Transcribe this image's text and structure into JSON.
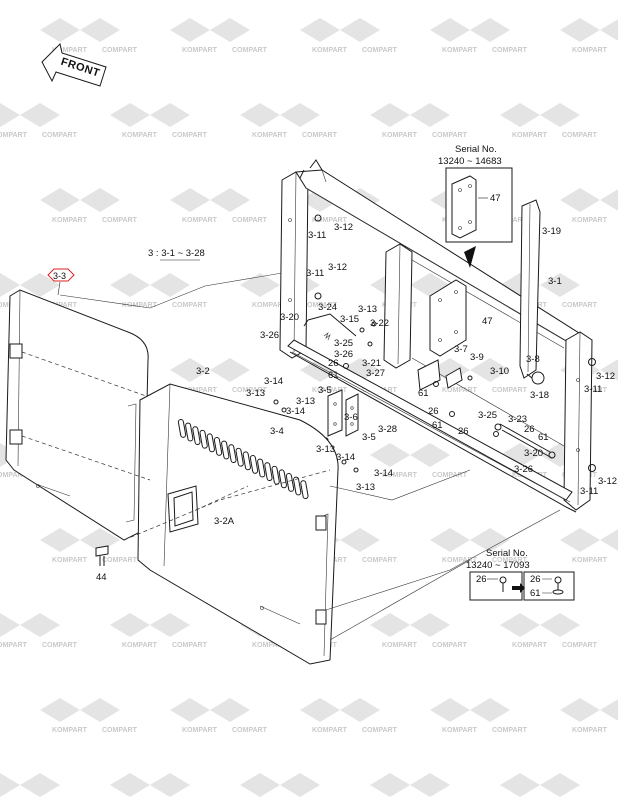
{
  "watermark": {
    "brand_a": "KOMPART",
    "brand_b": "COMPART"
  },
  "orientation": {
    "front_label": "FRONT"
  },
  "assembly": {
    "group_label": "3 : 3-1 ~ 3-28",
    "highlighted_part": "3-3"
  },
  "serial_box_top": {
    "title": "Serial No.",
    "range": "13240 ~ 14683",
    "part": "47"
  },
  "serial_box_bottom": {
    "title": "Serial No.",
    "range": "13240 ~ 17093",
    "before_part": "26",
    "after_parts": [
      "26",
      "61"
    ]
  },
  "callouts": [
    {
      "label": "3-12"
    },
    {
      "label": "3-11"
    },
    {
      "label": "3-12"
    },
    {
      "label": "3-11"
    },
    {
      "label": "3-20"
    },
    {
      "label": "3-24"
    },
    {
      "label": "3-13"
    },
    {
      "label": "3-15"
    },
    {
      "label": "3-22"
    },
    {
      "label": "3-26"
    },
    {
      "label": "3-25"
    },
    {
      "label": "3-26"
    },
    {
      "label": "26"
    },
    {
      "label": "3-21"
    },
    {
      "label": "61"
    },
    {
      "label": "3-27"
    },
    {
      "label": "47"
    },
    {
      "label": "3-7"
    },
    {
      "label": "3-9"
    },
    {
      "label": "3-10"
    },
    {
      "label": "3-8"
    },
    {
      "label": "3-18"
    },
    {
      "label": "3-19"
    },
    {
      "label": "3-1"
    },
    {
      "label": "3-12"
    },
    {
      "label": "3-11"
    },
    {
      "label": "3-2"
    },
    {
      "label": "3-14"
    },
    {
      "label": "3-13"
    },
    {
      "label": "3-5"
    },
    {
      "label": "3-13"
    },
    {
      "label": "3-14"
    },
    {
      "label": "3-6"
    },
    {
      "label": "3-5"
    },
    {
      "label": "3-28"
    },
    {
      "label": "3-4"
    },
    {
      "label": "3-13"
    },
    {
      "label": "3-14"
    },
    {
      "label": "3-14"
    },
    {
      "label": "3-13"
    },
    {
      "label": "61"
    },
    {
      "label": "26"
    },
    {
      "label": "61"
    },
    {
      "label": "26"
    },
    {
      "label": "3-25"
    },
    {
      "label": "3-23"
    },
    {
      "label": "26"
    },
    {
      "label": "61"
    },
    {
      "label": "3-20"
    },
    {
      "label": "3-26"
    },
    {
      "label": "3-12"
    },
    {
      "label": "3-11"
    },
    {
      "label": "3-2A"
    },
    {
      "label": "44"
    }
  ]
}
